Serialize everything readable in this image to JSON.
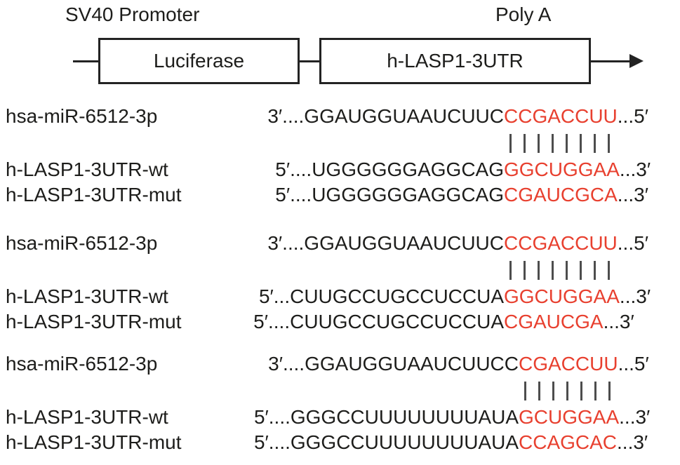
{
  "figure": {
    "construct": {
      "promoter_label": "SV40 Promoter",
      "polya_label": "Poly A",
      "luciferase_label": "Luciferase",
      "utr_label": "h-LASP1-3UTR"
    },
    "colors": {
      "highlight_red": "#e8402f",
      "text_black": "#1d1d1b",
      "pairing_bar_gray": "#4d4d4d"
    },
    "blocks": [
      {
        "mirna": {
          "label": "hsa-miR-6512-3p",
          "prefix": "3′....GGAUGGUAAUCUUC",
          "core": "CCGACCUU",
          "suffix": "...5′"
        },
        "pairing_bars": 8,
        "wt": {
          "label": "h-LASP1-3UTR-wt",
          "prefix": "5′....UGGGGGGAGGCAG",
          "core": "GGCUGGAA",
          "suffix": "...3′"
        },
        "mut": {
          "label": "h-LASP1-3UTR-mut",
          "prefix": "5′....UGGGGGGAGGCAG",
          "core": "CGAUCGCA",
          "suffix": "...3′"
        }
      },
      {
        "mirna": {
          "label": "hsa-miR-6512-3p",
          "prefix": "3′....GGAUGGUAAUCUUC",
          "core": "CCGACCUU",
          "suffix": "...5′"
        },
        "pairing_bars": 8,
        "wt": {
          "label": "h-LASP1-3UTR-wt",
          "prefix": "5′...CUUGCCUGCCUCCUA",
          "core": "GGCUGGAA",
          "suffix": "...3′"
        },
        "mut": {
          "label": "h-LASP1-3UTR-mut",
          "prefix": "5′....CUUGCCUGCCUCCUA",
          "core": "CGAUCGA",
          "suffix": "...3′"
        }
      },
      {
        "mirna": {
          "label": "hsa-miR-6512-3p",
          "prefix": "3′....GGAUGGUAAUCUUCC",
          "core": "CGACCUU",
          "suffix": "...5′"
        },
        "pairing_bars": 7,
        "wt": {
          "label": "h-LASP1-3UTR-wt",
          "prefix": "5′....GGGCCUUUUUUUUAUA",
          "core": "GCUGGAA",
          "suffix": "...3′"
        },
        "mut": {
          "label": "h-LASP1-3UTR-mut",
          "prefix": "5′....GGGCCUUUUUUUUAUA",
          "core": "CCAGCAC",
          "suffix": "...3′"
        }
      }
    ]
  }
}
